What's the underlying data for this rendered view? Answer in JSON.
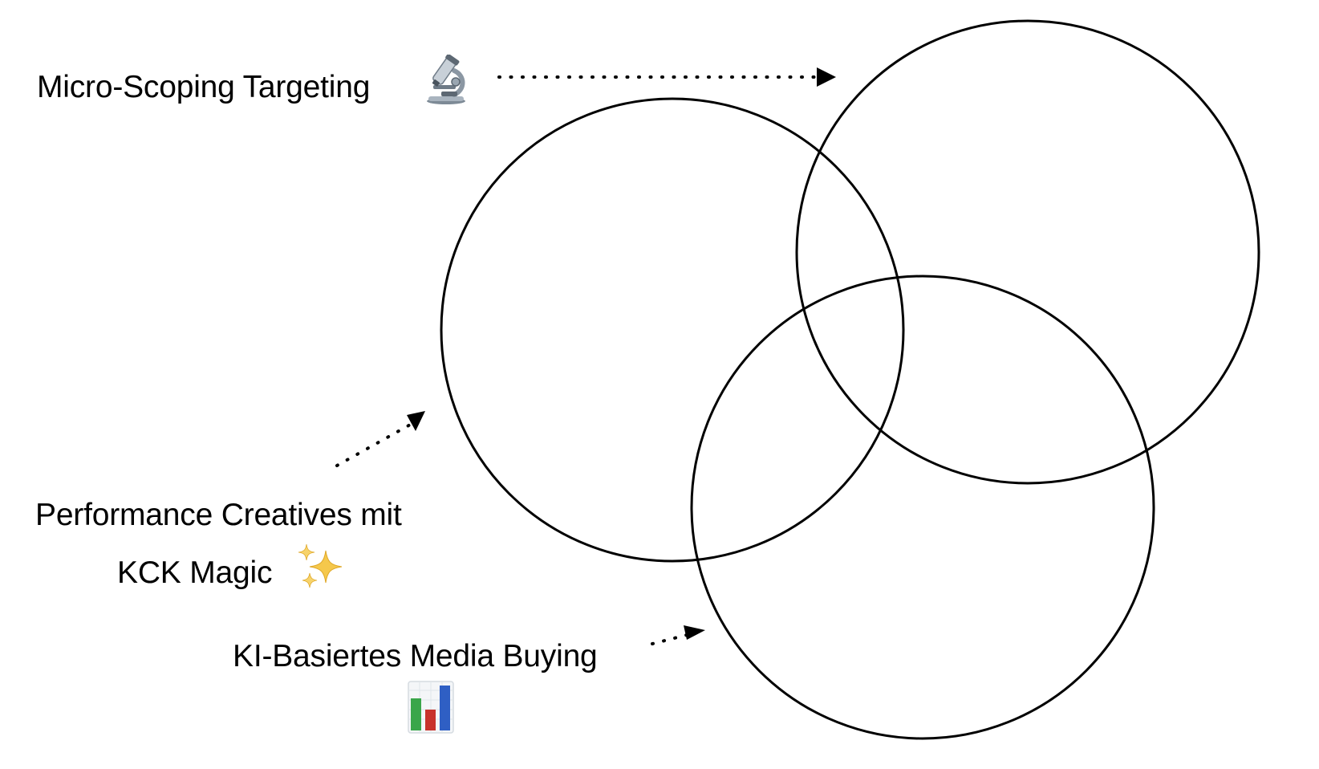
{
  "labels": {
    "micro_scoping": "Micro-Scoping Targeting",
    "performance_line1": "Performance Creatives mit",
    "performance_line2": "KCK Magic",
    "media_buying": "KI-Basiertes Media Buying"
  },
  "icons": {
    "micro_scoping": "microscope-icon",
    "performance": "sparkles-icon",
    "media_buying": "bar-chart-icon"
  },
  "colors": {
    "stroke": "#000000",
    "background": "#ffffff",
    "sparkle": "#f5c84c",
    "chart_green": "#3aa64a",
    "chart_red": "#c8322b",
    "chart_blue": "#2f5fc4"
  }
}
